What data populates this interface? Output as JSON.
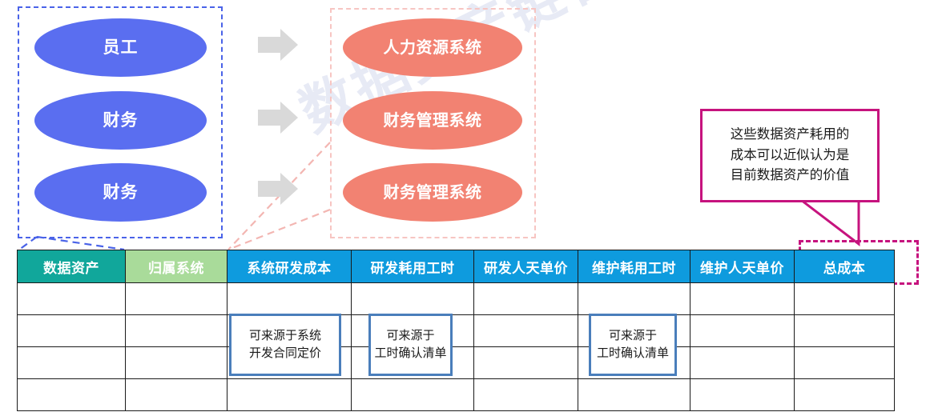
{
  "watermark": {
    "text": "数据资产链合体"
  },
  "left_group": {
    "name": "data-sources-group",
    "border_color": "#4a63e8",
    "items": [
      {
        "label": "员工"
      },
      {
        "label": "财务"
      },
      {
        "label": "财务"
      }
    ]
  },
  "arrows": [
    {
      "name": "flow-arrow-1"
    },
    {
      "name": "flow-arrow-2"
    },
    {
      "name": "flow-arrow-3"
    }
  ],
  "right_group": {
    "name": "systems-group",
    "border_color": "#f7c5c2",
    "items": [
      {
        "label": "人力资源系统"
      },
      {
        "label": "财务管理系统"
      },
      {
        "label": "财务管理系统"
      }
    ]
  },
  "callout": {
    "text": "这些数据资产耗用的\n成本可以近似认为是\n目前数据资产的价值",
    "border_color": "#c6137e"
  },
  "highlight": {
    "target_column": "总成本",
    "border_color": "#c6137e"
  },
  "table": {
    "columns": [
      {
        "label": "数据资产",
        "color": "#11a79b",
        "width": 135
      },
      {
        "label": "归属系统",
        "color": "#a9db9a",
        "width": 127
      },
      {
        "label": "系统研发成本",
        "color": "#0e9bde",
        "width": 155
      },
      {
        "label": "研发耗用工时",
        "color": "#0e9bde",
        "width": 153
      },
      {
        "label": "研发人天单价",
        "color": "#0e9bde",
        "width": 130
      },
      {
        "label": "维护耗用工时",
        "color": "#0e9bde",
        "width": 140
      },
      {
        "label": "维护人天单价",
        "color": "#0e9bde",
        "width": 130
      },
      {
        "label": "总成本",
        "color": "#0e9bde",
        "width": 125
      }
    ],
    "rows": [
      [
        "",
        "",
        "",
        "",
        "",
        "",
        "",
        ""
      ],
      [
        "",
        "",
        "",
        "",
        "",
        "",
        "",
        ""
      ],
      [
        "",
        "",
        "",
        "",
        "",
        "",
        "",
        ""
      ],
      [
        "",
        "",
        "",
        "",
        "",
        "",
        "",
        ""
      ]
    ]
  },
  "notes": [
    {
      "text": "可来源于系统\n开发合同定价",
      "border_color": "#4a7ebb"
    },
    {
      "text": "可来源于\n工时确认清单",
      "border_color": "#4a7ebb"
    },
    {
      "text": "可来源于\n工时确认清单",
      "border_color": "#4a7ebb"
    }
  ]
}
